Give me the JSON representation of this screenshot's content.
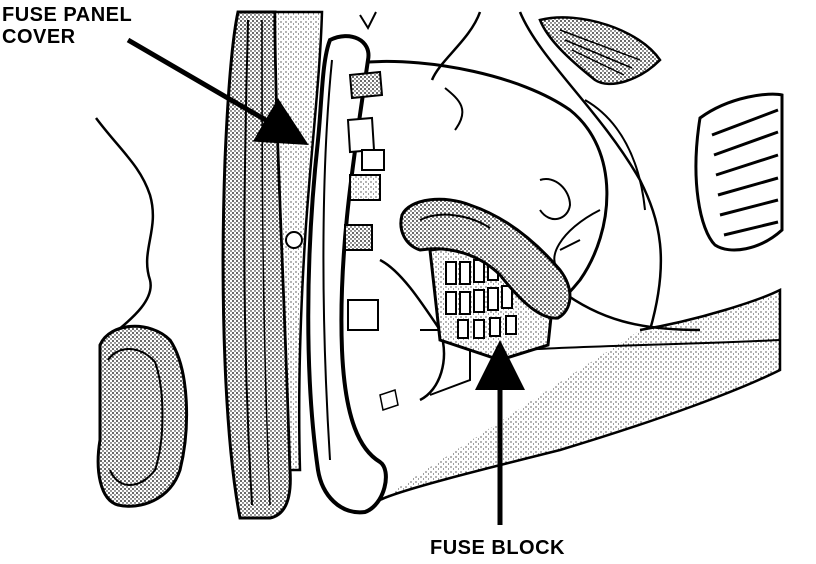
{
  "callouts": {
    "fuse_panel_cover": [
      "FUSE PANEL",
      "COVER"
    ],
    "fuse_block": "FUSE BLOCK"
  },
  "colors": {
    "ink": "#000000",
    "shade": "#9a9a9a",
    "background": "#ffffff"
  },
  "icons": {
    "arrow": "arrow-icon"
  }
}
